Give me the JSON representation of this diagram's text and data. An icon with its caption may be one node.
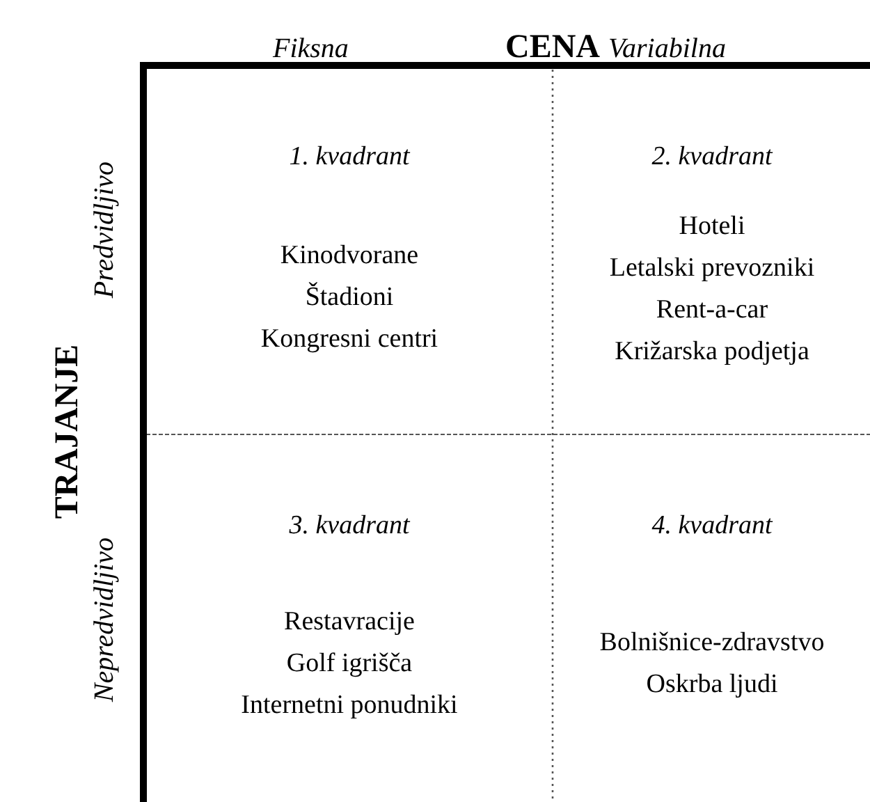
{
  "diagram": {
    "nodes": [
      {
        "text": [
          "1. kvadrant",
          "Kinodvorane",
          "Štadioni",
          "Kongresni centri"
        ]
      },
      {
        "text": [
          "2. kvadrant",
          "Hoteli",
          "Letalski prevozniki",
          "Rent-a-car",
          "Križarska podjetja"
        ]
      },
      {
        "text": [
          "3. kvadrant",
          "Restavracije",
          "Golf igrišča",
          "Internetni ponudniki"
        ]
      },
      {
        "text": [
          "4. kvadrant",
          "Bolnišnice-zdravstvo",
          "Oskrba ljudi"
        ]
      }
    ],
    "labels": [
      "Fiksna",
      "CENA",
      "Variabilna",
      "TRAJANJE",
      "Predvidljivo",
      "Nepredvidljivo"
    ]
  }
}
